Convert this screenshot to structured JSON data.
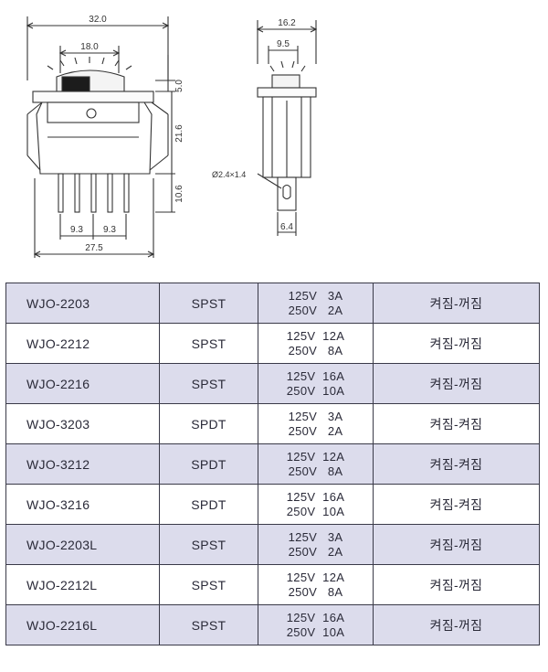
{
  "drawing": {
    "front": {
      "dim_width": "32.0",
      "dim_rocker": "18.0",
      "dim_top": "5.0",
      "dim_body": "21.6",
      "dim_terminal": "10.6",
      "dim_pitch_left": "9.3",
      "dim_pitch_right": "9.3",
      "dim_base": "27.5"
    },
    "side": {
      "dim_width": "16.2",
      "dim_rocker": "9.5",
      "dim_hole": "Ø2.4×1.4",
      "dim_terminal_width": "6.4"
    }
  },
  "table": {
    "rows": [
      {
        "model": "WJO-2203",
        "type": "SPST",
        "rating": [
          "125V   3A",
          "250V   2A"
        ],
        "action": "켜짐-꺼짐"
      },
      {
        "model": "WJO-2212",
        "type": "SPST",
        "rating": [
          "125V  12A",
          "250V   8A"
        ],
        "action": "켜짐-꺼짐"
      },
      {
        "model": "WJO-2216",
        "type": "SPST",
        "rating": [
          "125V  16A",
          "250V  10A"
        ],
        "action": "켜짐-꺼짐"
      },
      {
        "model": "WJO-3203",
        "type": "SPDT",
        "rating": [
          "125V   3A",
          "250V   2A"
        ],
        "action": "켜짐-켜짐"
      },
      {
        "model": "WJO-3212",
        "type": "SPDT",
        "rating": [
          "125V  12A",
          "250V   8A"
        ],
        "action": "켜짐-켜짐"
      },
      {
        "model": "WJO-3216",
        "type": "SPDT",
        "rating": [
          "125V  16A",
          "250V  10A"
        ],
        "action": "켜짐-켜짐"
      },
      {
        "model": "WJO-2203L",
        "type": "SPST",
        "rating": [
          "125V   3A",
          "250V   2A"
        ],
        "action": "켜짐-꺼짐"
      },
      {
        "model": "WJO-2212L",
        "type": "SPST",
        "rating": [
          "125V  12A",
          "250V   8A"
        ],
        "action": "켜짐-꺼짐"
      },
      {
        "model": "WJO-2216L",
        "type": "SPST",
        "rating": [
          "125V  16A",
          "250V  10A"
        ],
        "action": "켜짐-꺼짐"
      }
    ]
  },
  "colors": {
    "shade_row": "#dcdcec",
    "border": "#3a3a48"
  }
}
